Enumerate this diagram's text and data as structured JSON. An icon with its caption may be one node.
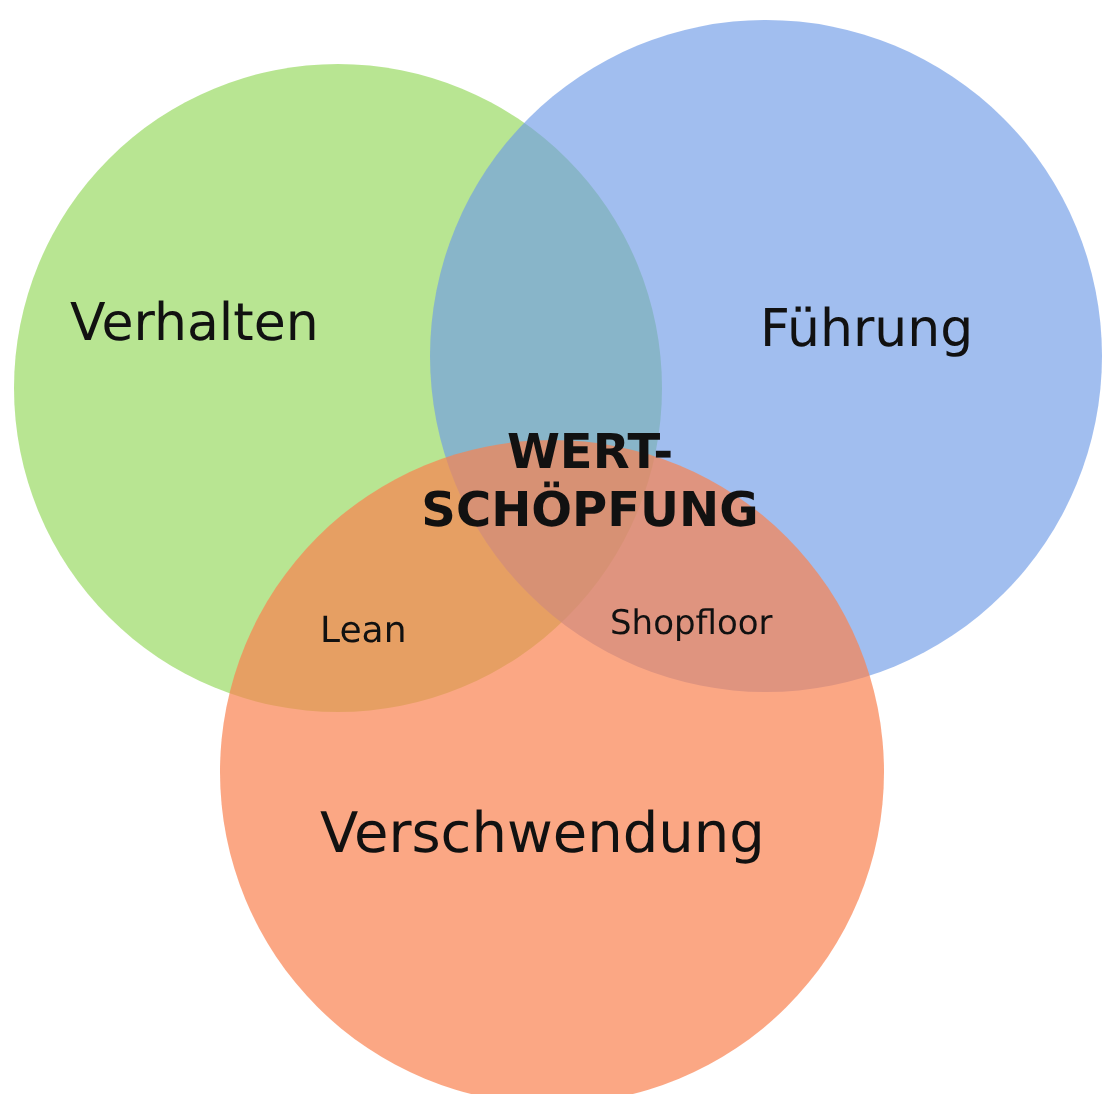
{
  "diagram": {
    "nodes": [
      {
        "text": [
          "Verhalten"
        ]
      },
      {
        "text": [
          "Führung"
        ]
      },
      {
        "text": [
          "Verschwendung"
        ]
      }
    ],
    "labels": [
      "WERT- SCHÖPFUNG",
      "Lean",
      "Shopfloor"
    ]
  }
}
